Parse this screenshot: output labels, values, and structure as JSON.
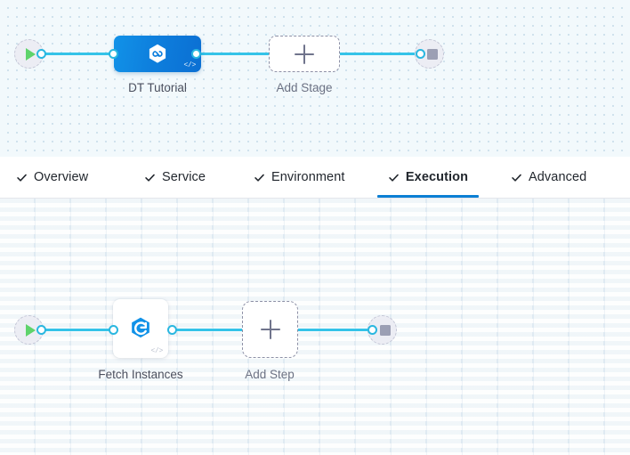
{
  "theme": {
    "accent_blue": "#0b7fd4",
    "edge_cyan": "#35c3e8",
    "stage_card_blue": "#0e7fdd",
    "start_green": "#5ed36b",
    "stop_gray": "#9b9fb4",
    "stage_canvas_bg": "#f2f9fc",
    "step_canvas_bg": "#fbfcfd",
    "text_dark": "#22272e",
    "text_muted": "#6b7183"
  },
  "stage_canvas": {
    "name": "pipeline-stage-canvas",
    "start_node": {
      "icon": "play-icon",
      "label": ""
    },
    "end_node": {
      "icon": "stop-square-icon",
      "label": ""
    },
    "stages": [
      {
        "id": "dt-tutorial",
        "label": "DT Tutorial",
        "icon": "hexagon-infinity-icon",
        "badge_icon": "code-brackets-icon",
        "badge_text": "</>",
        "selected": true
      }
    ],
    "add_stage": {
      "label": "Add Stage",
      "icon": "plus-icon"
    }
  },
  "tabs": {
    "name": "stage-config-tabs",
    "items": [
      {
        "id": "overview",
        "label": "Overview",
        "icon": "check-icon",
        "active": false
      },
      {
        "id": "service",
        "label": "Service",
        "icon": "check-icon",
        "active": false
      },
      {
        "id": "environment",
        "label": "Environment",
        "icon": "check-icon",
        "active": false
      },
      {
        "id": "execution",
        "label": "Execution",
        "icon": "check-icon",
        "active": true
      },
      {
        "id": "advanced",
        "label": "Advanced",
        "icon": "check-icon",
        "active": false
      }
    ]
  },
  "step_canvas": {
    "name": "execution-step-canvas",
    "start_node": {
      "icon": "play-icon",
      "label": ""
    },
    "end_node": {
      "icon": "stop-square-icon",
      "label": ""
    },
    "steps": [
      {
        "id": "fetch-instances",
        "label": "Fetch Instances",
        "icon": "spot-elastigroup-icon",
        "badge_icon": "code-brackets-icon",
        "badge_text": "</>"
      }
    ],
    "add_step": {
      "label": "Add Step",
      "icon": "plus-icon"
    }
  }
}
